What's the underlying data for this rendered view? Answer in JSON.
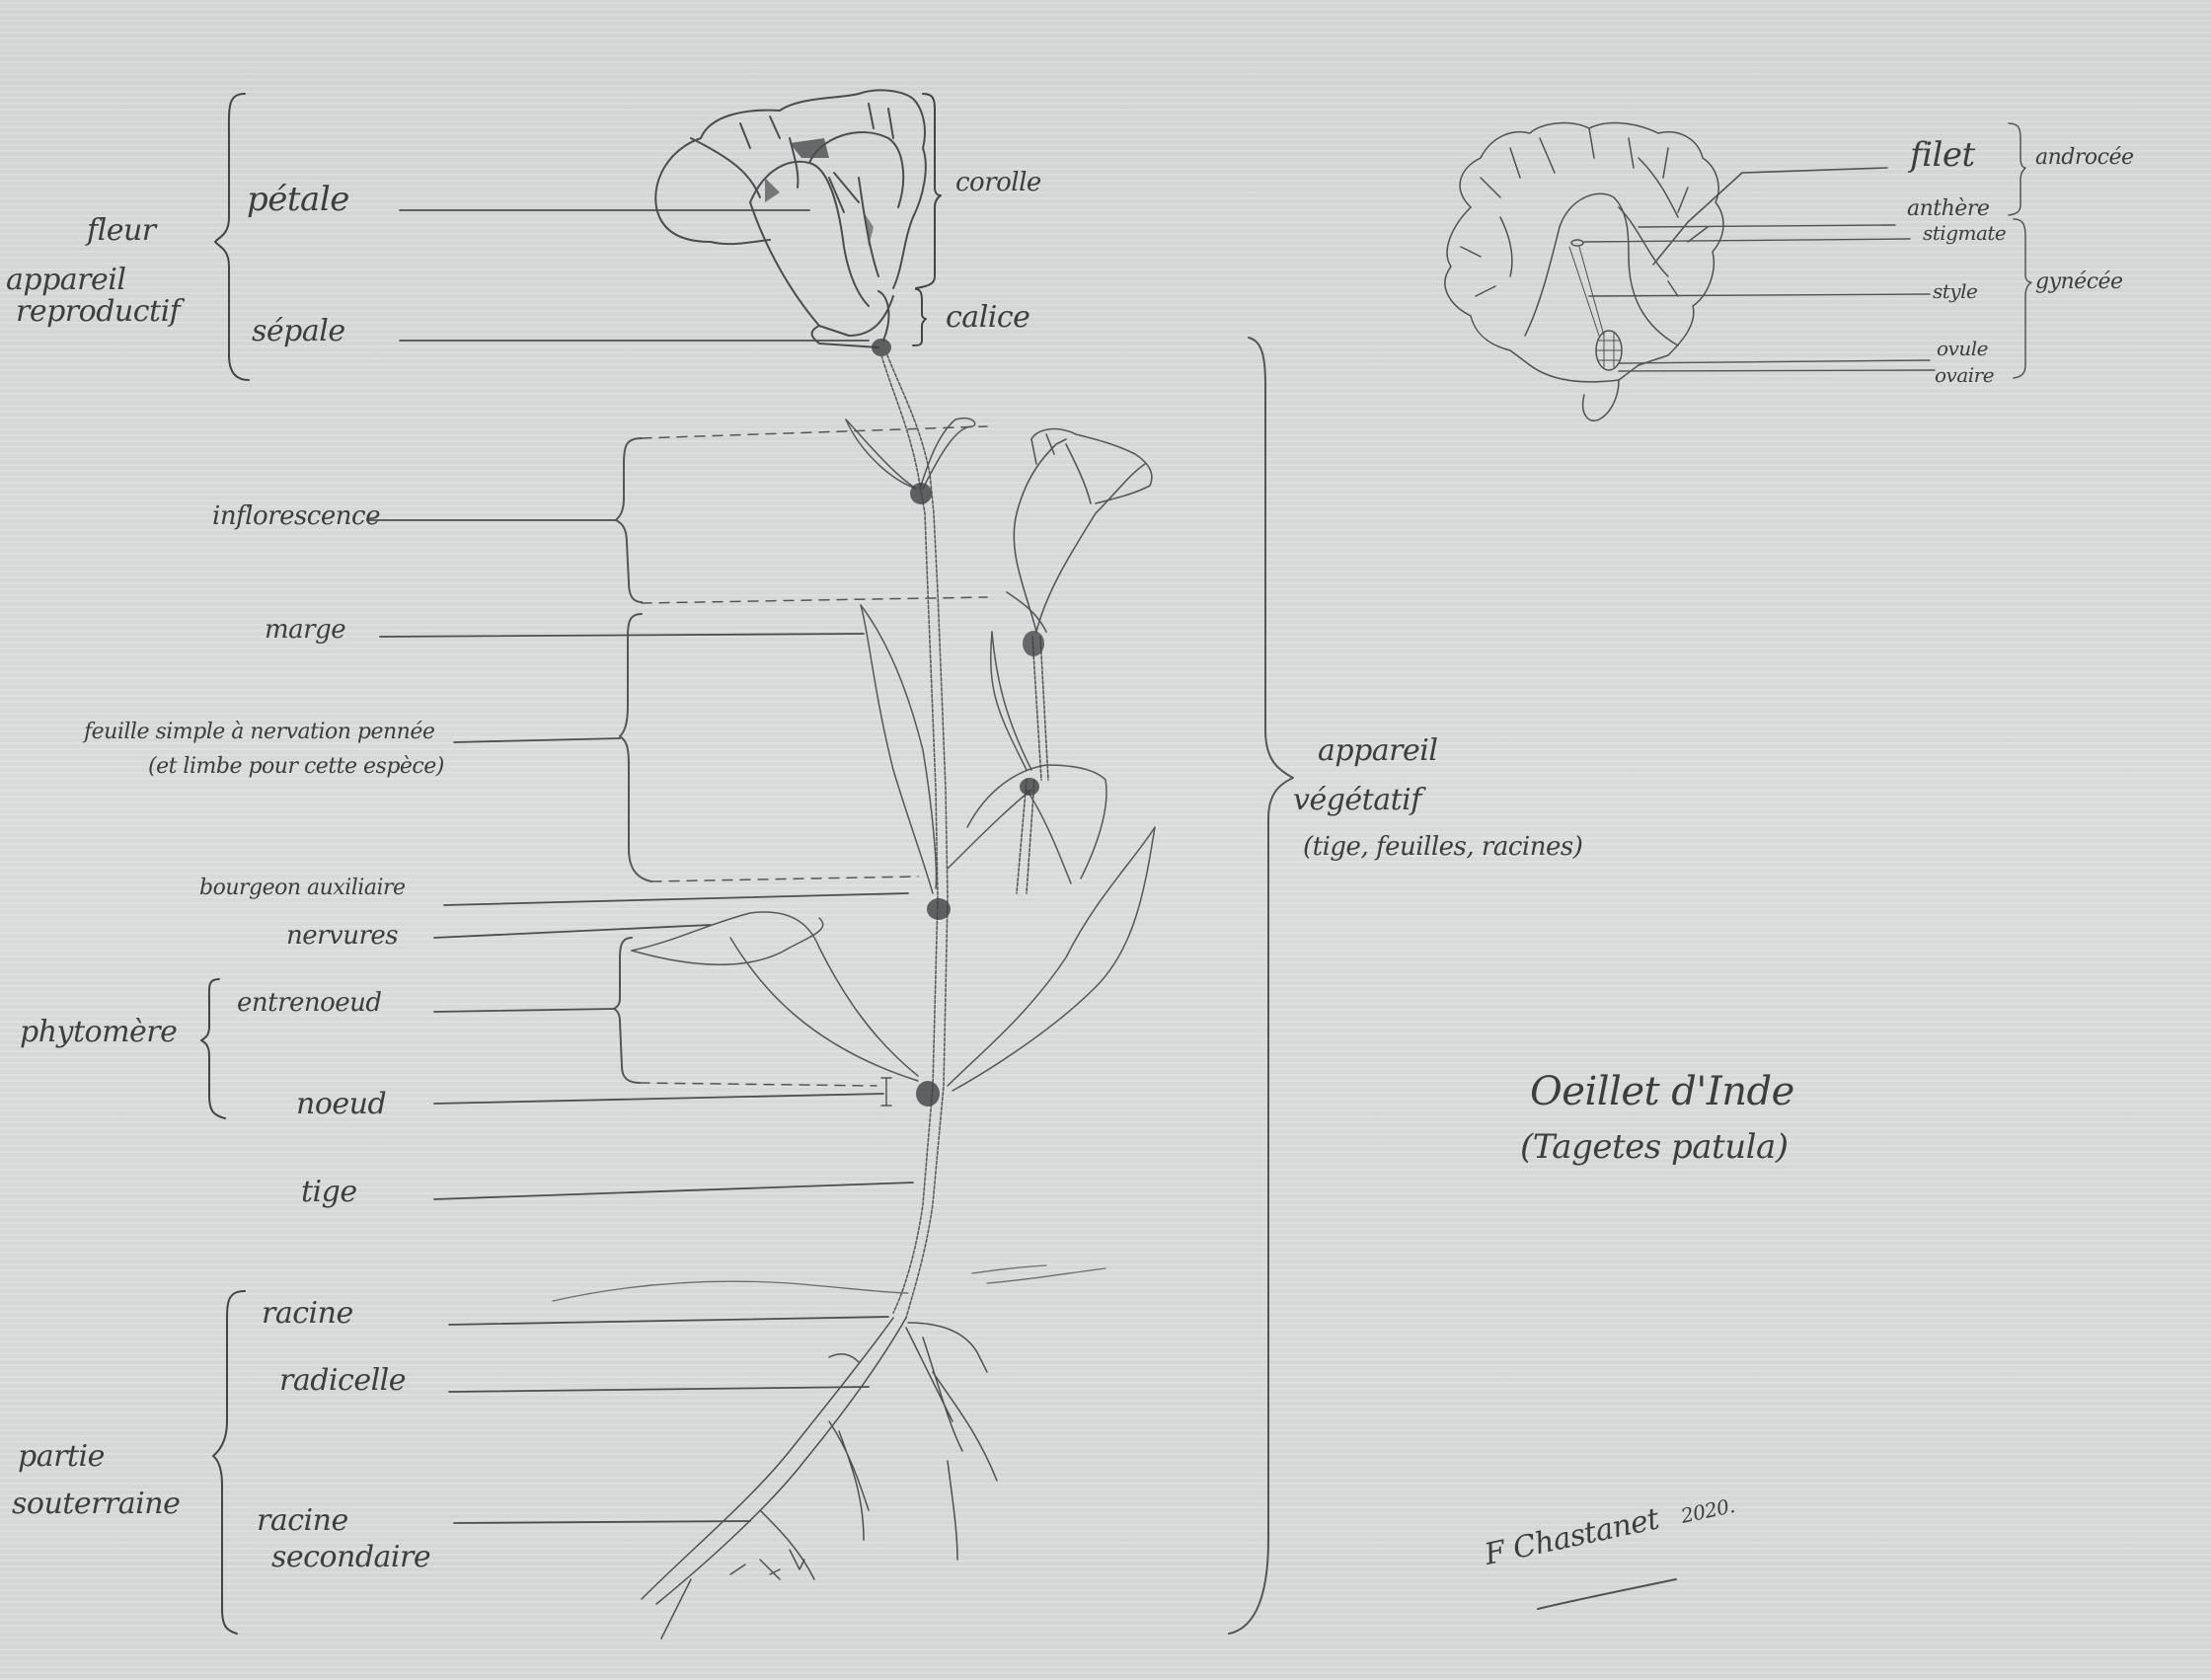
{
  "diagram": {
    "title": "Oeillet d'Inde",
    "scientific_name": "(Tagetes patula)",
    "signature": "F Chastanet",
    "year": "2020.",
    "medium": "pencil drawing on paper",
    "colors": {
      "paper": "#d9dbdb",
      "graphite": "#3b3d3f",
      "node": "#4a4c4e"
    }
  },
  "groups": {
    "fleur": {
      "line1": "fleur",
      "line2": "appareil",
      "line3": "reproductif"
    },
    "phytomere": {
      "label": "phytomère"
    },
    "souterraine": {
      "line1": "partie",
      "line2": "souterraine"
    },
    "vegetatif": {
      "line1": "appareil",
      "line2": "végétatif",
      "line3": "(tige, feuilles, racines)"
    },
    "androcee": {
      "label": "androcée"
    },
    "gynecee": {
      "label": "gynécée"
    }
  },
  "labels": {
    "petale": "pétale",
    "sepale": "sépale",
    "corolle": "corolle",
    "calice": "calice",
    "inflorescence": "inflorescence",
    "marge": "marge",
    "feuille_line1": "feuille simple à nervation pennée",
    "feuille_line2": "(et limbe pour cette espèce)",
    "bourgeon": "bourgeon auxiliaire",
    "nervures": "nervures",
    "entrenoeud": "entrenoeud",
    "noeud": "noeud",
    "tige": "tige",
    "racine": "racine",
    "radicelle": "radicelle",
    "racine_secondaire_line1": "racine",
    "racine_secondaire_line2": "secondaire"
  },
  "flower_section_labels": {
    "filet": "filet",
    "anthere": "anthère",
    "stigmate": "stigmate",
    "style": "style",
    "ovule": "ovule",
    "ovaire": "ovaire"
  }
}
